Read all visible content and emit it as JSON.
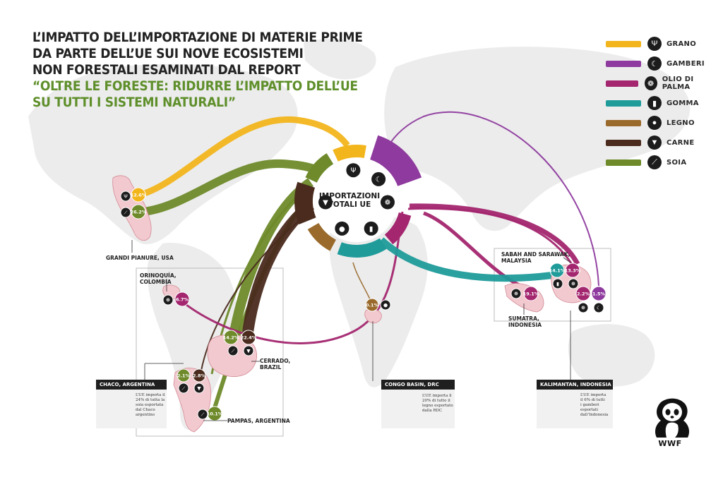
{
  "title": {
    "lines": [
      "L’IMPATTO DELL’IMPORTAZIONE DI MATERIE PRIME",
      "DA PARTE DELL’UE SUI NOVE ECOSISTEMI",
      "NON FORESTALI ESAMINATI DAL REPORT"
    ],
    "subtitle_lines": [
      "“OLTRE LE FORESTE: RIDURRE L’IMPATTO DELL’UE",
      "SU TUTTI I SISTEMI NATURALI”"
    ]
  },
  "legend": [
    {
      "label": "GRANO",
      "color": "#f2b51c",
      "icon": "wheat-icon",
      "glyph": "Ψ"
    },
    {
      "label": "GAMBERI",
      "color": "#8e3a9e",
      "icon": "shrimp-icon",
      "glyph": "☾"
    },
    {
      "label": "OLIO DI PALMA",
      "color": "#a3266f",
      "icon": "palm-fruit-icon",
      "glyph": "❁"
    },
    {
      "label": "GOMMA",
      "color": "#1f9b9a",
      "icon": "rubber-icon",
      "glyph": "▮"
    },
    {
      "label": "LEGNO",
      "color": "#9a6a2c",
      "icon": "wood-icon",
      "glyph": "●"
    },
    {
      "label": "CARNE",
      "color": "#4a2b1d",
      "icon": "cow-icon",
      "glyph": "▼"
    },
    {
      "label": "SOIA",
      "color": "#6e8a2a",
      "icon": "soy-icon",
      "glyph": "⟋"
    }
  ],
  "hub": {
    "line1": "IMPORTAZIONI",
    "line2": "TOTALI UE"
  },
  "regions": {
    "grandi_pianure": "GRANDI PIANURE, USA",
    "orinoquia": [
      "ORINOQUÍA,",
      "COLOMBIA"
    ],
    "cerrado": [
      "CERRADO,",
      "BRAZIL"
    ],
    "pampas": "PAMPAS, ARGENTINA",
    "sabah": [
      "SABAH AND SARAWAK,",
      "MALAYSIA"
    ],
    "sumatra": [
      "SUMATRA,",
      "INDONESIA"
    ]
  },
  "badges": [
    {
      "id": "usa-grano",
      "value": "12.6%",
      "color": "#f2b51c"
    },
    {
      "id": "usa-soia",
      "value": "26.2%",
      "color": "#6e8a2a"
    },
    {
      "id": "colombia-palma",
      "value": "6.7%",
      "color": "#a3266f"
    },
    {
      "id": "cerrado-soia",
      "value": "14.2%",
      "color": "#6e8a2a"
    },
    {
      "id": "cerrado-carne",
      "value": "22.4%",
      "color": "#4a2b1d"
    },
    {
      "id": "chaco-soia",
      "value": "2.1%",
      "color": "#6e8a2a"
    },
    {
      "id": "chaco-carne",
      "value": "2.8%",
      "color": "#4a2b1d"
    },
    {
      "id": "pampas-soia",
      "value": "10.1%",
      "color": "#6e8a2a"
    },
    {
      "id": "congo-legno",
      "value": "0.1%",
      "color": "#9a6a2c"
    },
    {
      "id": "sabah-gomma",
      "value": "14.1%",
      "color": "#1f9b9a"
    },
    {
      "id": "sabah-palma",
      "value": "13.3%",
      "color": "#a3266f"
    },
    {
      "id": "sumatra-palma",
      "value": "19.1%",
      "color": "#a3266f"
    },
    {
      "id": "kalimantan-palma",
      "value": "2.2%",
      "color": "#a3266f"
    },
    {
      "id": "kalimantan-gamberi",
      "value": "1.5%",
      "color": "#8e3a9e"
    }
  ],
  "info_boxes": [
    {
      "id": "chaco",
      "title": "CHACO, ARGENTINA",
      "text": [
        "L’UE importa il",
        "24% di tutta la",
        "soia esportata",
        "dal Chaco",
        "argentino"
      ],
      "value": "24%",
      "fraction": 0.24,
      "color": "#6e8a2a",
      "track": "#d6e0b8"
    },
    {
      "id": "congo",
      "title": "CONGO BASIN, DRC",
      "text": [
        "L’UE importa il",
        "20% di tutto il",
        "legno esportato",
        "dalla RDC"
      ],
      "value": "20%",
      "fraction": 0.2,
      "color": "#9a6a2c",
      "track": "#e6d2b4"
    },
    {
      "id": "kalimantan",
      "title": "KALIMANTAN, INDONESIA",
      "text": [
        "L’UE importa",
        "il 6% di tutti",
        "i gamberi",
        "esportati",
        "dall’Indonesia"
      ],
      "value": "6%",
      "fraction": 0.06,
      "color": "#8e3a9e",
      "track": "#e2c9e8"
    }
  ],
  "logo": {
    "text": "WWF"
  }
}
